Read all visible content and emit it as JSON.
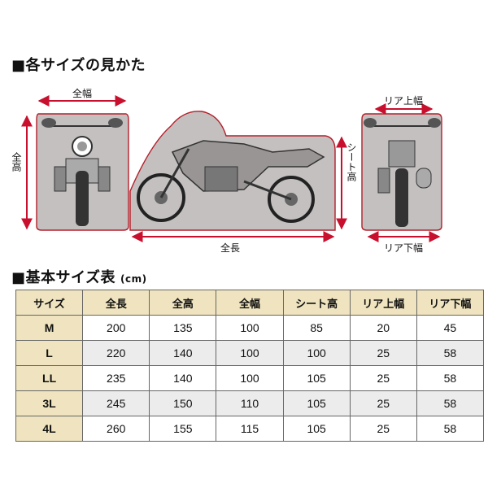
{
  "section1": {
    "title": "■各サイズの見かた"
  },
  "section2": {
    "title": "■基本サイズ表",
    "unit": "(cm)"
  },
  "diagram": {
    "label_width": "全幅",
    "label_height": "全高",
    "label_length": "全長",
    "label_seat": "シート高",
    "label_rear_top": "リア上幅",
    "label_rear_bottom": "リア下幅",
    "colors": {
      "cover": "#c4c0c0",
      "outline": "#b41f2a",
      "arrow": "#c8102e"
    }
  },
  "table": {
    "headers": [
      "サイズ",
      "全長",
      "全高",
      "全幅",
      "シート高",
      "リア上幅",
      "リア下幅"
    ],
    "rows": [
      [
        "M",
        "200",
        "135",
        "100",
        "85",
        "20",
        "45"
      ],
      [
        "L",
        "220",
        "140",
        "100",
        "100",
        "25",
        "58"
      ],
      [
        "LL",
        "235",
        "140",
        "100",
        "105",
        "25",
        "58"
      ],
      [
        "3L",
        "245",
        "150",
        "110",
        "105",
        "25",
        "58"
      ],
      [
        "4L",
        "260",
        "155",
        "115",
        "105",
        "25",
        "58"
      ]
    ],
    "colors": {
      "header_bg": "#efe4bf",
      "alt_row_bg": "#ececec"
    }
  }
}
